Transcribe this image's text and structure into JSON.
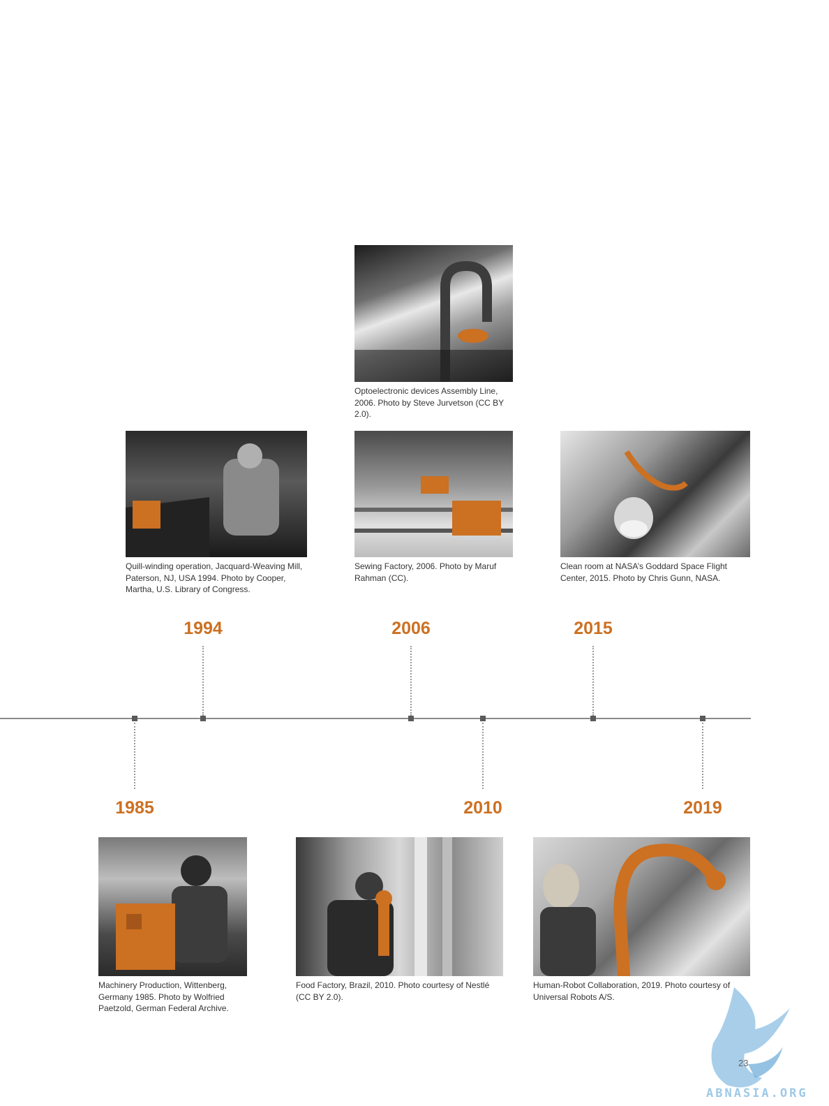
{
  "colors": {
    "accent": "#cc7022",
    "axis": "#8a8a8a",
    "marker": "#5a5a5a",
    "caption": "#333333"
  },
  "entries": [
    {
      "year": "1985",
      "caption": "Machinery Production, Wittenberg, Germany 1985. Photo by Wolfried Paetzold, German Federal Archive."
    },
    {
      "year": "1994",
      "caption": "Quill-winding operation, Jacquard-Weaving Mill, Paterson, NJ, USA 1994. Photo by Cooper, Martha, U.S. Library of Congress."
    },
    {
      "year": "2006",
      "caption": "Sewing Factory, 2006. Photo by Maruf Rahman (CC).",
      "extra_caption": "Optoelectronic devices Assembly Line, 2006. Photo by Steve Jurvetson (CC BY 2.0)."
    },
    {
      "year": "2010",
      "caption": "Food Factory, Brazil, 2010. Photo courtesy of Nestlé (CC BY 2.0)."
    },
    {
      "year": "2015",
      "caption": "Clean room at NASA’s Goddard Space Flight Center, 2015. Photo by Chris Gunn, NASA."
    },
    {
      "year": "2019",
      "caption": "Human-Robot Collaboration, 2019. Photo courtesy of Universal Robots A/S."
    }
  ],
  "page_number": "23",
  "watermark_text": "ABNASIA.ORG"
}
